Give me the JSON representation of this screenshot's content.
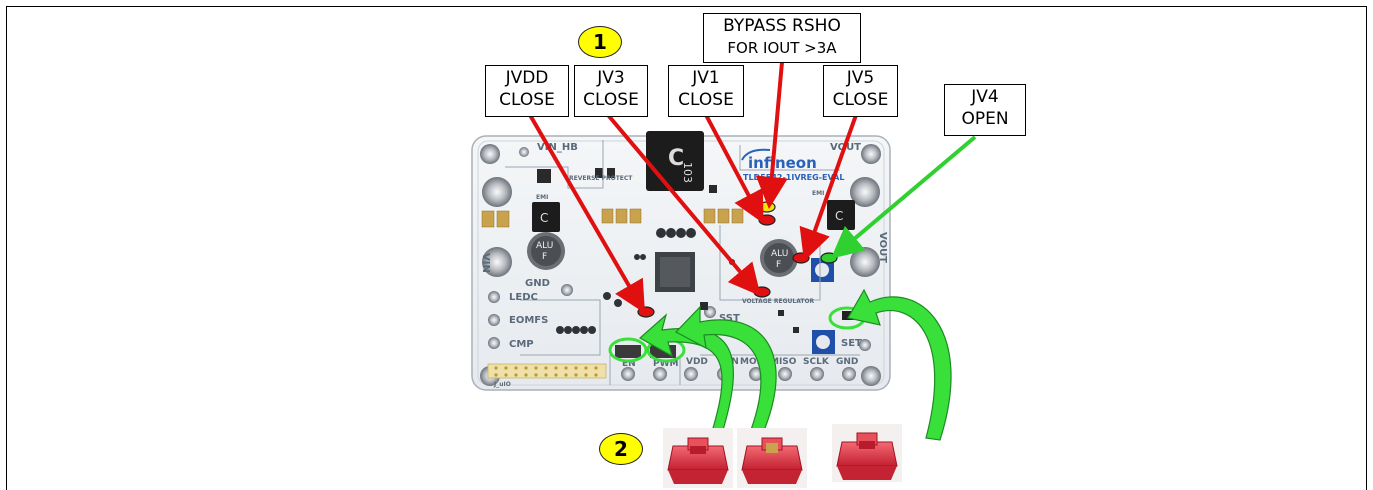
{
  "labels": {
    "jvdd": [
      "JVDD",
      "CLOSE"
    ],
    "jv3": [
      "JV3",
      "CLOSE"
    ],
    "jv1": [
      "JV1",
      "CLOSE"
    ],
    "bypass": [
      "BYPASS RSHO",
      "FOR IOUT >3A"
    ],
    "jv5": [
      "JV5",
      "CLOSE"
    ],
    "jv4": [
      "JV4",
      "OPEN"
    ]
  },
  "badges": {
    "one": "1",
    "two": "2"
  },
  "board": {
    "brand": "infineon",
    "model": "TLD5542-1IVREG-EVAL",
    "silkscreen": {
      "vin_hb": "VIN_HB",
      "vin": "VIN",
      "vout": "VOUT",
      "gnd": "GND",
      "ledc": "LEDC",
      "eomfs": "EOMFS",
      "cmp": "CMP",
      "sst": "SST",
      "set": "SET",
      "reverse_protect": "REVERSE PROTECT",
      "emi_in": "EMI",
      "emi_out": "EMI",
      "voltage_regulator": "VOLTAGE REGULATOR",
      "u_io": "J_uIO",
      "header_pins": [
        "EN",
        "PWM",
        "VDD",
        "CSN",
        "MOSI",
        "MISO",
        "SCLK",
        "GND"
      ]
    }
  },
  "colors": {
    "marker_red": "#e01010",
    "marker_yellow": "#f5e400",
    "marker_green": "#30d030",
    "arrow_green": "#39e03a",
    "jumper_red": "#e23344"
  }
}
